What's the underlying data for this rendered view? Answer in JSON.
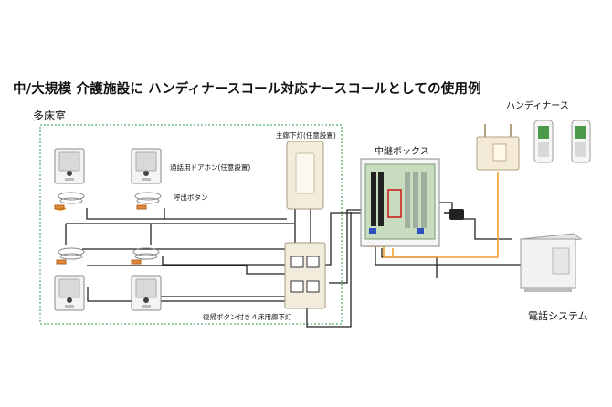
{
  "title": "中/大規模 介護施設に ハンディナースコール対応ナースコールとしての使用例",
  "labels": {
    "room": "多床室",
    "corridor_lamp": "主廊下灯(任意設置)",
    "door_phone": "通話用ドアホン(任意設置)",
    "call_button": "呼出ボタン",
    "four_bed_lamp": "復帰ボタン付き４床用廊下灯",
    "relay_box": "中継ボックス",
    "handy_nurse": "ハンディナース",
    "phone_system": "電話システム"
  },
  "colors": {
    "orange_line": "#f0a030",
    "black_line": "#222222",
    "dashed_border": "#2a9a4a",
    "relay_board": "#c8dcc0"
  },
  "icons": [
    "intercom-icon",
    "call-button-cord-icon",
    "corridor-lamp-icon",
    "four-bed-lamp-icon",
    "relay-box-icon",
    "ac-adapter-icon",
    "base-station-icon",
    "handset-icon",
    "phone-system-icon"
  ]
}
